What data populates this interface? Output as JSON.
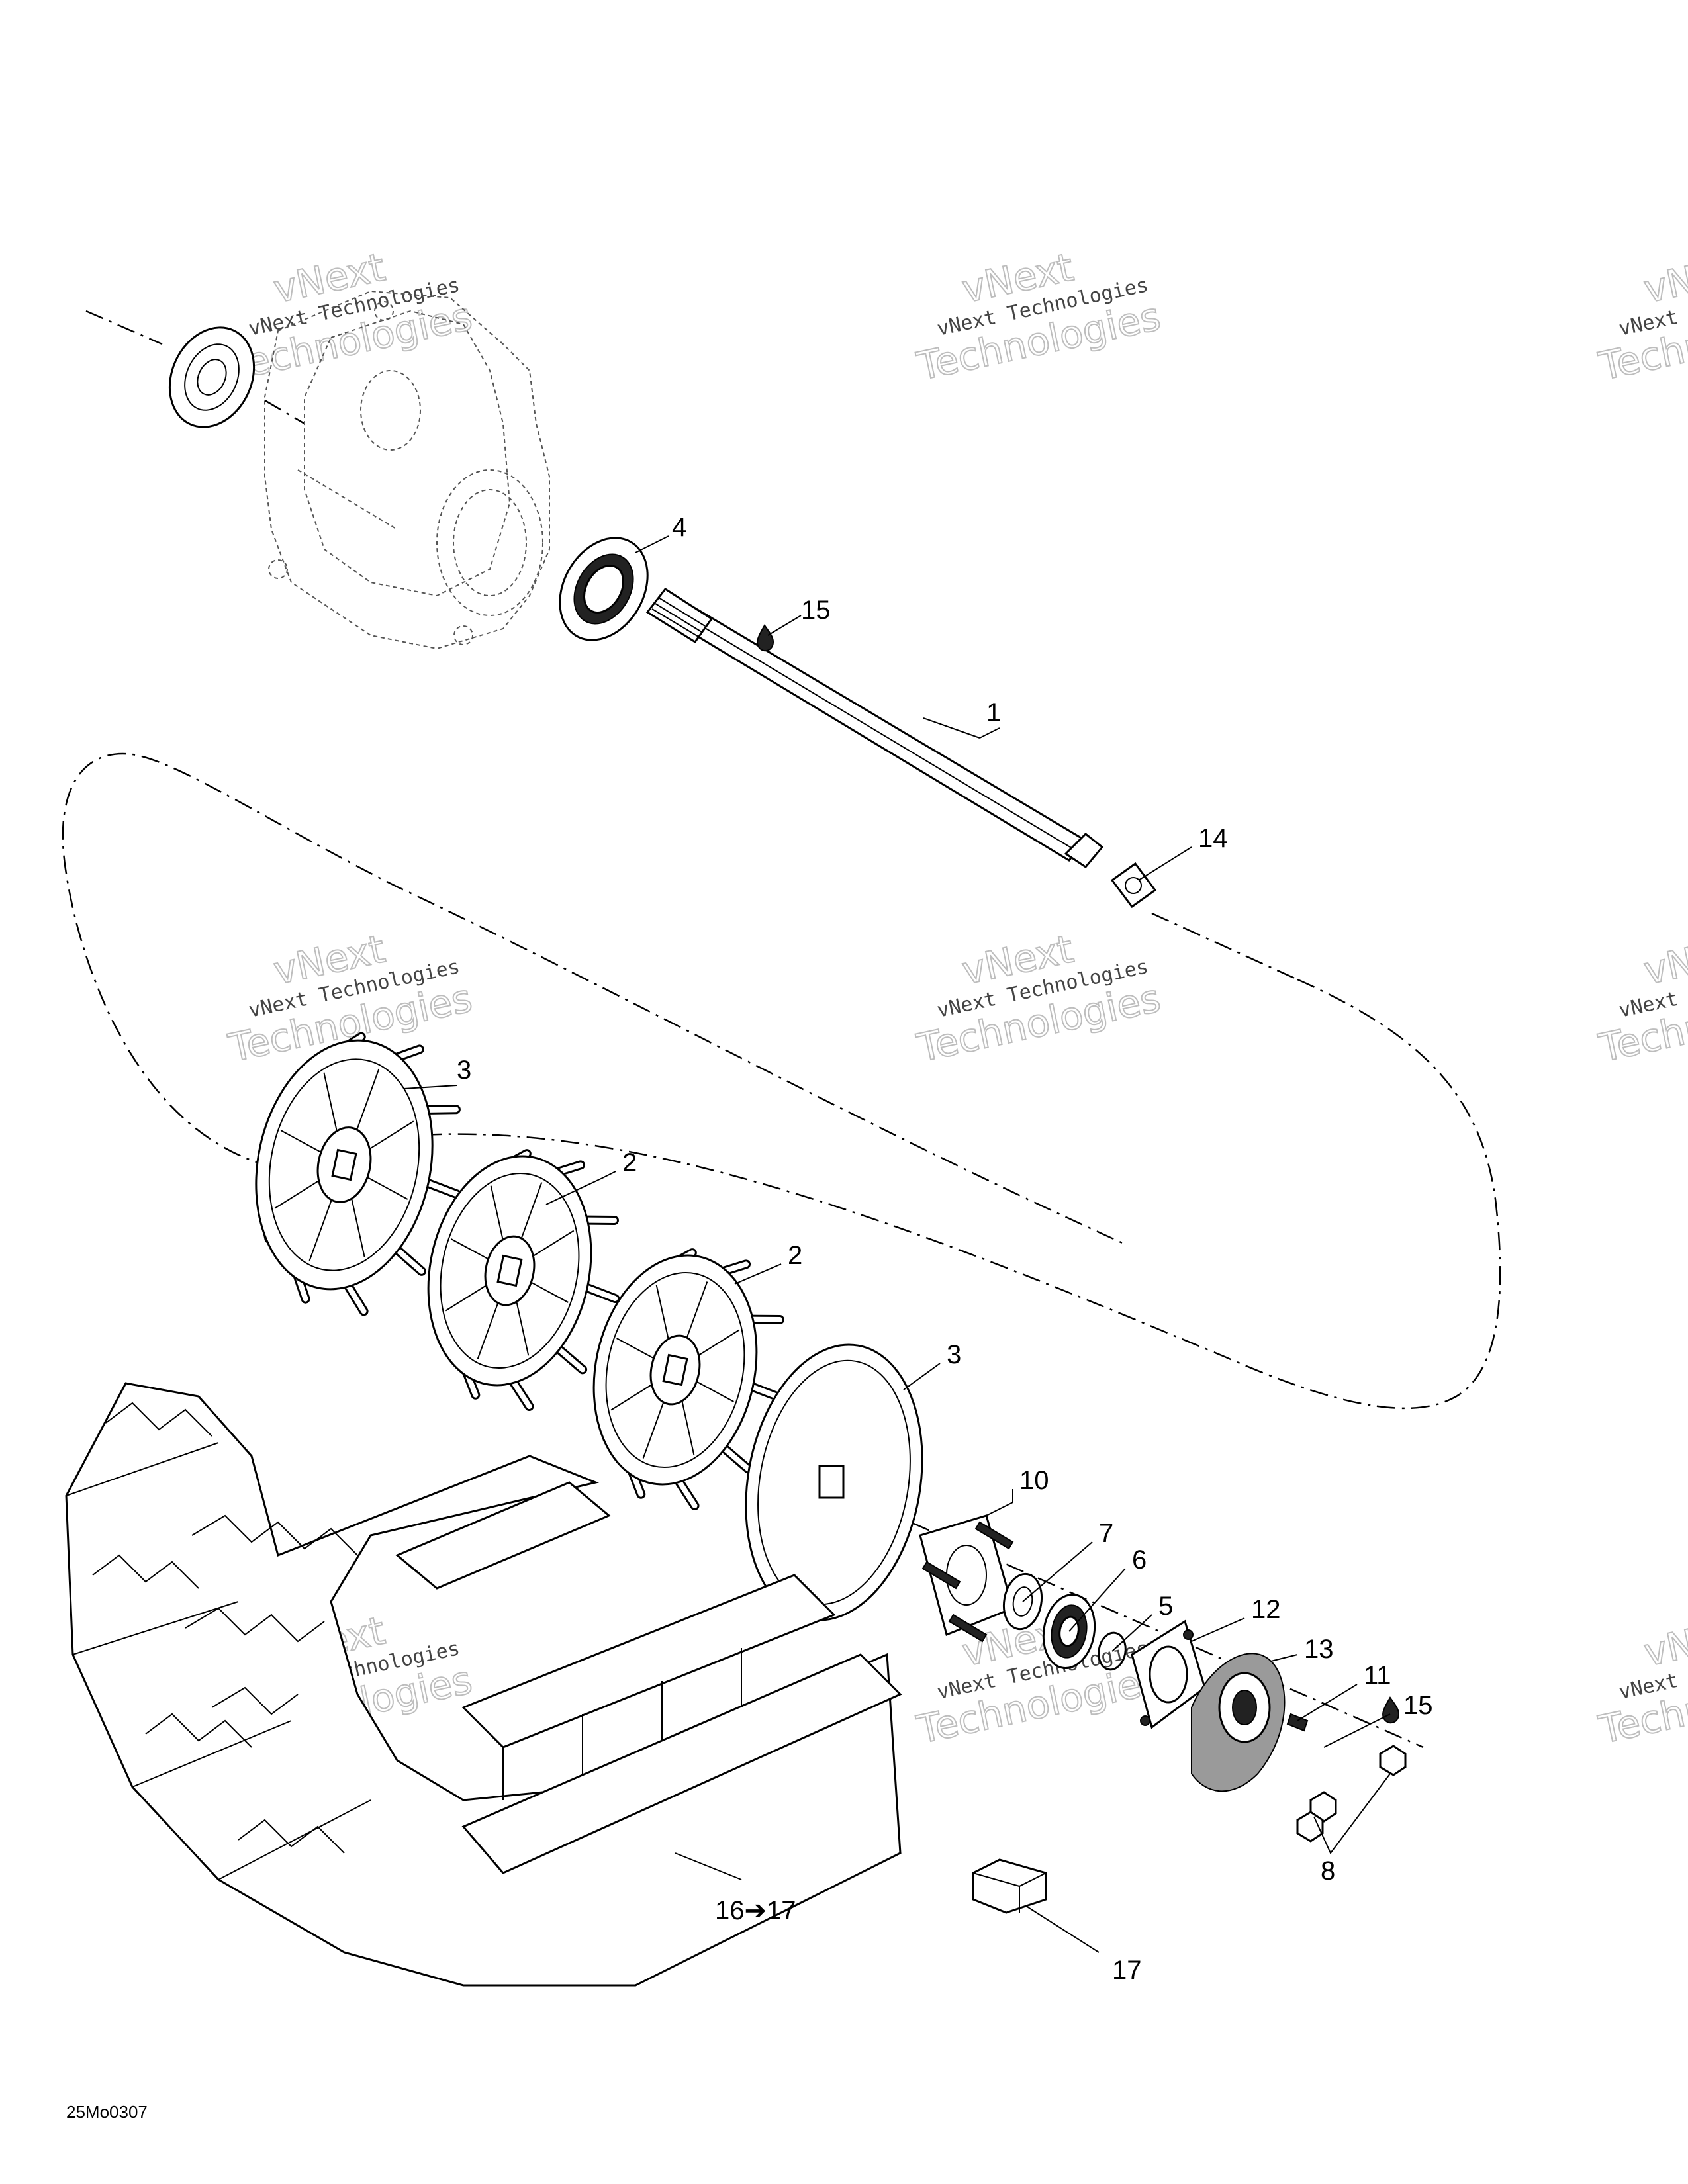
{
  "diagram_code": "25Mo0307",
  "watermark": {
    "line1": "vNext",
    "line2": "vNext Technologies",
    "line3": "Technologies"
  },
  "callouts": [
    {
      "id": "1",
      "label": "1"
    },
    {
      "id": "2a",
      "label": "2"
    },
    {
      "id": "2b",
      "label": "2"
    },
    {
      "id": "3a",
      "label": "3"
    },
    {
      "id": "3b",
      "label": "3"
    },
    {
      "id": "4",
      "label": "4"
    },
    {
      "id": "5",
      "label": "5"
    },
    {
      "id": "6",
      "label": "6"
    },
    {
      "id": "7",
      "label": "7"
    },
    {
      "id": "8",
      "label": "8"
    },
    {
      "id": "10",
      "label": "10"
    },
    {
      "id": "11",
      "label": "11"
    },
    {
      "id": "12",
      "label": "12"
    },
    {
      "id": "13",
      "label": "13"
    },
    {
      "id": "14",
      "label": "14"
    },
    {
      "id": "15a",
      "label": "15"
    },
    {
      "id": "15b",
      "label": "15"
    },
    {
      "id": "16",
      "label": "16➔17"
    },
    {
      "id": "17",
      "label": "17"
    }
  ]
}
